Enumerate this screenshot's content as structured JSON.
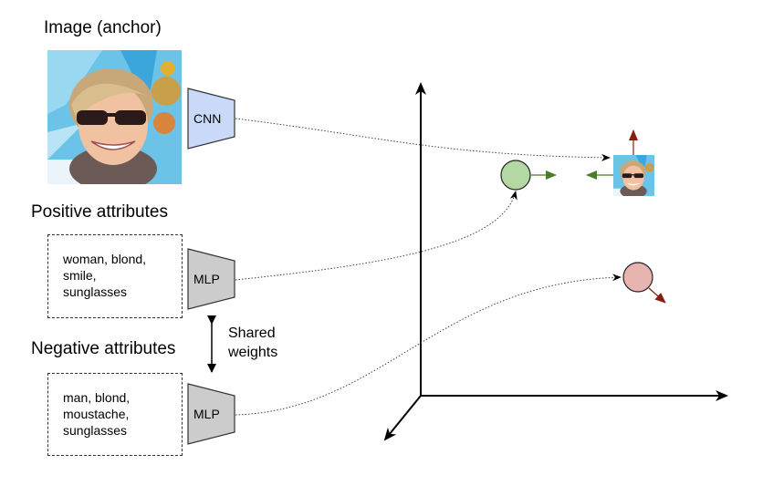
{
  "headings": {
    "anchor": "Image (anchor)",
    "positive": "Positive attributes",
    "negative": "Negative attributes"
  },
  "positive_attributes": [
    "woman, blond,",
    "smile,",
    "sunglasses"
  ],
  "negative_attributes": [
    "man, blond,",
    "moustache,",
    "sunglasses"
  ],
  "networks": {
    "image_encoder": "CNN",
    "positive_encoder": "MLP",
    "negative_encoder": "MLP"
  },
  "shared_weights_label": [
    "Shared",
    "weights"
  ],
  "embedding_space": {
    "axes": 3,
    "points": [
      {
        "name": "anchor",
        "kind": "image-thumbnail"
      },
      {
        "name": "positive",
        "kind": "circle",
        "color": "#b4d8a4"
      },
      {
        "name": "negative",
        "kind": "circle",
        "color": "#e8b4b0"
      }
    ],
    "forces": {
      "attract_color": "#4a7d2a",
      "repel_color": "#8b1a10"
    }
  },
  "colors": {
    "cnn_fill": "#c9d9f7",
    "mlp_fill": "#cccccc"
  }
}
